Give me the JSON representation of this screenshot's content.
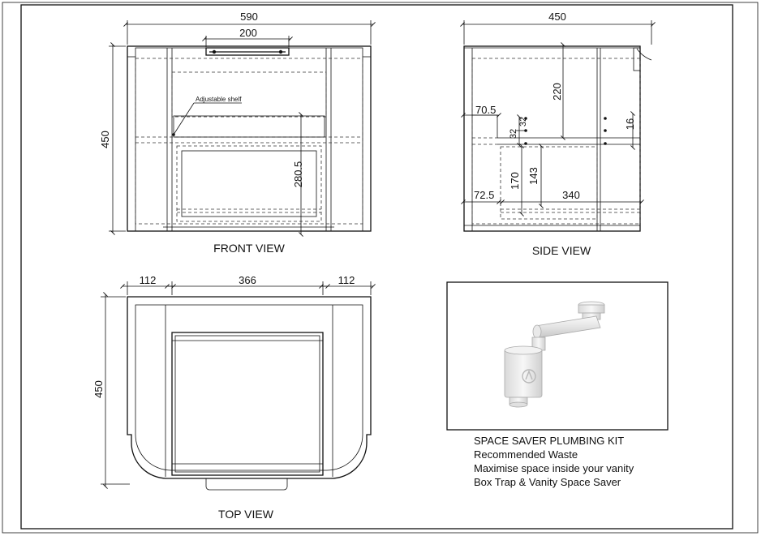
{
  "front_view": {
    "caption": "FRONT VIEW",
    "width": "590",
    "handle_width": "200",
    "height": "450",
    "shelf_height": "280.5",
    "shelf_label": "Adjustable shelf"
  },
  "side_view": {
    "caption": "SIDE VIEW",
    "depth": "450",
    "top_gap": "220",
    "left_offset_upper": "70.5",
    "hole_spacing": "32",
    "hole_spacing_2": "32",
    "shelf_thickness": "16",
    "height_170": "170",
    "height_143": "143",
    "left_offset_lower": "72.5",
    "inner_depth": "340"
  },
  "top_view": {
    "caption": "TOP VIEW",
    "left_width": "112",
    "center_width": "366",
    "right_width": "112",
    "depth": "450"
  },
  "kit": {
    "title": "SPACE SAVER PLUMBING KIT",
    "line1": "Recommended Waste",
    "line2": "Maximise space inside your vanity",
    "line3": "Box Trap & Vanity Space Saver"
  },
  "colors": {
    "line": "#111111",
    "background": "#ffffff",
    "trap": "#ececec"
  }
}
